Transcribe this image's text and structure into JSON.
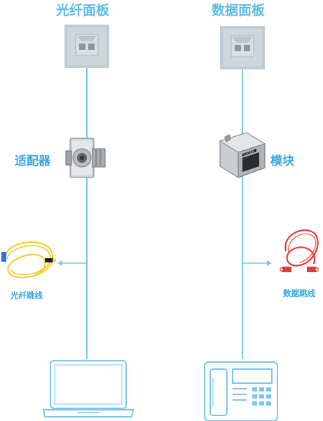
{
  "left": {
    "title": "光纤面板",
    "component_label": "适配器",
    "cable_label": "光纤跳线",
    "device": "laptop-icon"
  },
  "right": {
    "title": "数据面板",
    "component_label": "模块",
    "cable_label": "数据跳线",
    "device": "phone-icon"
  },
  "module_print": "CAT6A",
  "colors": {
    "line": "#7cc6ec",
    "label": "#3aa8dd",
    "panel": "#c6d1d9",
    "fiber_cable": "#f2d32a",
    "data_cable": "#e43a3a"
  }
}
